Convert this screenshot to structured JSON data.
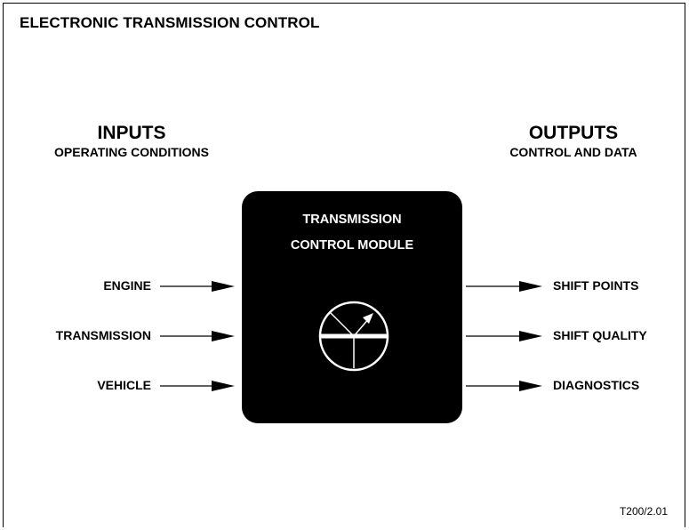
{
  "title": "ELECTRONIC TRANSMISSION CONTROL",
  "inputs": {
    "heading": "INPUTS",
    "subheading": "OPERATING CONDITIONS",
    "items": [
      "ENGINE",
      "TRANSMISSION",
      "VEHICLE"
    ]
  },
  "outputs": {
    "heading": "OUTPUTS",
    "subheading": "CONTROL AND DATA",
    "items": [
      "SHIFT POINTS",
      "SHIFT QUALITY",
      "DIAGNOSTICS"
    ]
  },
  "module": {
    "line1": "TRANSMISSION",
    "line2": "CONTROL MODULE",
    "icon": "gauge-icon"
  },
  "footer": "T200/2.01"
}
